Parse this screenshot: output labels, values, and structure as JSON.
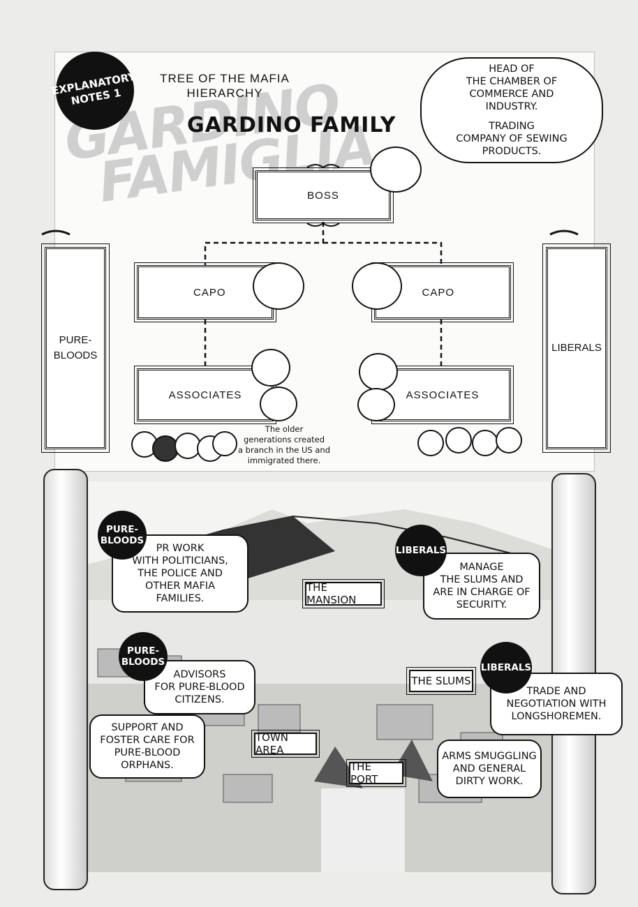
{
  "badge": {
    "lines": [
      "EXPLANATORY",
      "NOTES 1"
    ]
  },
  "header": {
    "subtitle_lines": [
      "TREE OF THE MAFIA",
      "HIERARCHY"
    ],
    "title": "GARDINO FAMILY",
    "watermark_lines": [
      "GARDINO",
      "FAMIGLIA"
    ]
  },
  "commerce_bubble": {
    "lines": [
      "HEAD OF",
      "THE CHAMBER OF",
      "COMMERCE AND",
      "INDUSTRY.",
      "",
      "TRADING",
      "COMPANY OF SEWING",
      "PRODUCTS."
    ]
  },
  "hierarchy": {
    "boss": "BOSS",
    "capo_left": "CAPO",
    "capo_right": "CAPO",
    "associates_left": "ASSOCIATES",
    "associates_right": "ASSOCIATES",
    "factions": {
      "left_lines": [
        "PURE-",
        "BLOODS"
      ],
      "right": "LIBERALS"
    },
    "note_lines": [
      "The older",
      "generations created",
      "a branch in the US and",
      "immigrated there."
    ]
  },
  "map": {
    "places": {
      "mansion": "THE MANSION",
      "slums": "THE SLUMS",
      "town": "TOWN AREA",
      "port": "THE PORT"
    },
    "bubbles": [
      {
        "tag_lines": [
          "PURE-",
          "BLOODS"
        ],
        "lines": [
          "PR WORK",
          "WITH POLITICIANS,",
          "THE POLICE AND",
          "OTHER MAFIA",
          "FAMILIES."
        ]
      },
      {
        "tag_lines": [
          "LIBERALS"
        ],
        "lines": [
          "MANAGE",
          "THE SLUMS AND",
          "ARE IN CHARGE OF",
          "SECURITY."
        ]
      },
      {
        "tag_lines": [
          "PURE-",
          "BLOODS"
        ],
        "lines": [
          "ADVISORS",
          "FOR PURE-BLOOD",
          "CITIZENS."
        ]
      },
      {
        "tag_lines": [],
        "lines": [
          "SUPPORT AND",
          "FOSTER CARE FOR",
          "PURE-BLOOD",
          "ORPHANS."
        ]
      },
      {
        "tag_lines": [
          "LIBERALS"
        ],
        "lines": [
          "TRADE AND",
          "NEGOTIATION WITH",
          "LONGSHOREMEN."
        ]
      },
      {
        "tag_lines": [],
        "lines": [
          "ARMS SMUGGLING",
          "AND GENERAL",
          "DIRTY WORK."
        ]
      }
    ]
  },
  "colors": {
    "ink": "#111111",
    "paper": "#fbfbfa",
    "map_gray": "#dcdcd8"
  }
}
